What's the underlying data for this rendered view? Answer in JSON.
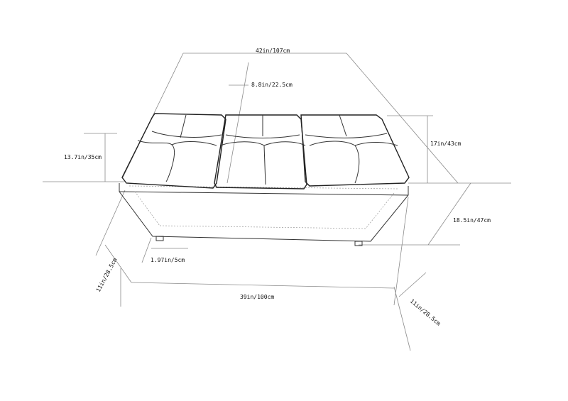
{
  "dimensions": {
    "top_width": "42in/107cm",
    "cushion_depth": "8.8in/22.5cm",
    "left_height": "13.7in/35cm",
    "right_height": "17in/43cm",
    "seat_height": "18.5in/47cm",
    "leg_height": "1.97in/5cm",
    "left_depth": "11in/28.5cm",
    "bottom_width": "39in/100cm",
    "right_depth": "11in/28.5cm"
  }
}
